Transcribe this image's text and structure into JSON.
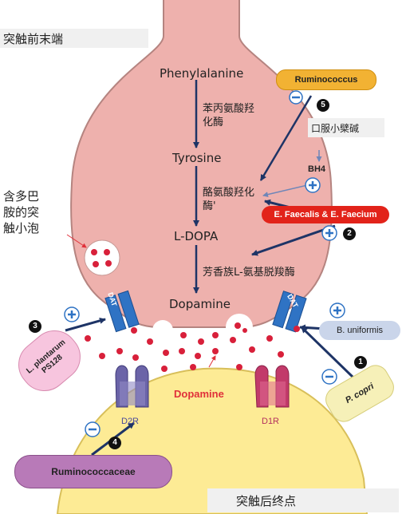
{
  "labels": {
    "presynaptic": "突触前末端",
    "postsynaptic": "突触后终点",
    "vesicle": "含多巴\n胺的突\n触小泡",
    "phenylalanine": "Phenylalanine",
    "enzyme1": "苯丙氨酸羟\n化酶",
    "tyrosine": "Tyrosine",
    "enzyme2": "酪氨酸羟化\n酶'",
    "ldopa": "L-DOPA",
    "enzyme3": "芳香族L-氨基脱羧酶",
    "dopamine_in": "Dopamine",
    "dopamine_cleft": "Dopamine",
    "bh4": "BH4",
    "oral_berberine": "口服小檗碱",
    "dat": "DAT",
    "d2r": "D2R",
    "d1r": "D1R"
  },
  "bacteria": {
    "ruminococcus": "Ruminococcus",
    "faecalis": "E. Faecalis & E. Faecium",
    "plantarum_line1": "L. plantarum",
    "plantarum_line2": "PS128",
    "uniformis": "B. uniformis",
    "copri": "P. copri",
    "ruminococcaceae": "Ruminococcaceae"
  },
  "badges": {
    "b1": "1",
    "b2": "2",
    "b3": "3",
    "b4": "4",
    "b5": "5"
  },
  "signs": {
    "plus": "+",
    "minus": "−"
  },
  "colors": {
    "neuron_fill": "#eeb1ad",
    "neuron_stroke": "#b58480",
    "post_fill": "#fdeb95",
    "post_stroke": "#d8bf5a",
    "dopamine_dot": "#d8203a",
    "arrow_dark": "#1e3466",
    "dat_blue": "#2f73c4",
    "d2r_color": "#6b64a8",
    "d1r_color": "#c23a6a",
    "ruminococcus": "#f2b233",
    "faecalis": "#e2231a",
    "plantarum": "#f7c5de",
    "uniformis": "#cad5ea",
    "copri": "#f6f0b8",
    "ruminococcaceae": "#b87ab8"
  }
}
